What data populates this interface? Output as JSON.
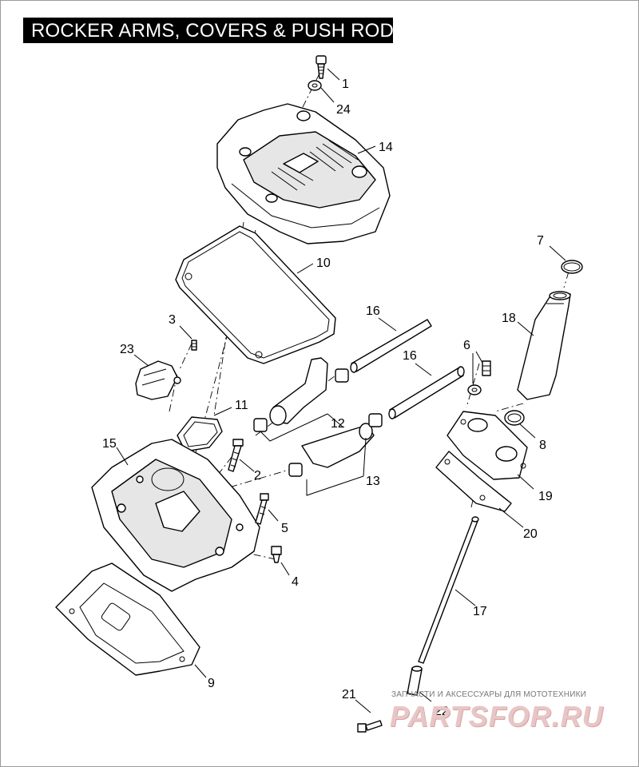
{
  "title": "ROCKER ARMS, COVERS & PUSH RODS",
  "callouts": [
    {
      "id": "c1",
      "label": "1"
    },
    {
      "id": "c24",
      "label": "24"
    },
    {
      "id": "c14",
      "label": "14"
    },
    {
      "id": "c7",
      "label": "7"
    },
    {
      "id": "c10",
      "label": "10"
    },
    {
      "id": "c18",
      "label": "18"
    },
    {
      "id": "c3",
      "label": "3"
    },
    {
      "id": "c16a",
      "label": "16"
    },
    {
      "id": "c16b",
      "label": "16"
    },
    {
      "id": "c6",
      "label": "6"
    },
    {
      "id": "c23",
      "label": "23"
    },
    {
      "id": "c11",
      "label": "11"
    },
    {
      "id": "c12",
      "label": "12"
    },
    {
      "id": "c8",
      "label": "8"
    },
    {
      "id": "c15",
      "label": "15"
    },
    {
      "id": "c2",
      "label": "2"
    },
    {
      "id": "c13",
      "label": "13"
    },
    {
      "id": "c19",
      "label": "19"
    },
    {
      "id": "c5",
      "label": "5"
    },
    {
      "id": "c20",
      "label": "20"
    },
    {
      "id": "c4",
      "label": "4"
    },
    {
      "id": "c17",
      "label": "17"
    },
    {
      "id": "c9",
      "label": "9"
    },
    {
      "id": "c21",
      "label": "21"
    },
    {
      "id": "c22",
      "label": "22"
    }
  ],
  "watermark": {
    "tagline": "ЗАПЧАСТИ И АКСЕССУАРЫ ДЛЯ МОТОТЕХНИКИ",
    "logo": "PARTSFOR.RU"
  },
  "colors": {
    "title_bg": "#000000",
    "title_text": "#ffffff",
    "line": "#000000",
    "watermark": "#e8c6c6"
  }
}
